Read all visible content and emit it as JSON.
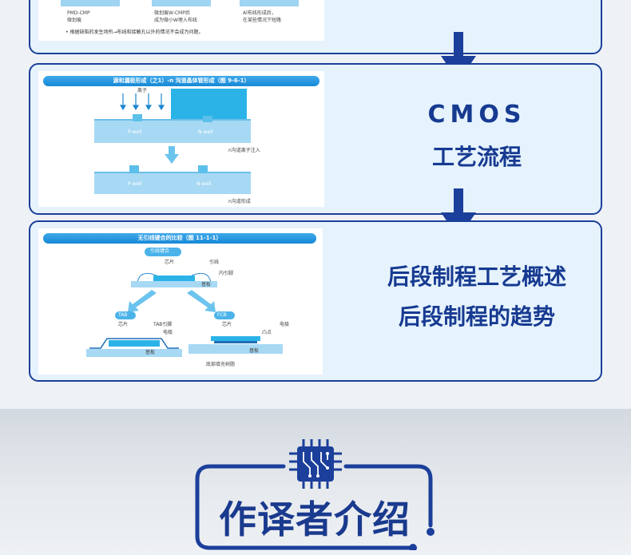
{
  "card1": {
    "labels": [
      "PMD-CMP",
      "微划痕",
      "微划痕W-CMP后",
      "成为微小W埋入布线",
      "Al布线形成后，",
      "在某些情况下短路"
    ],
    "footnote": "• 根据缺陷的发生场所→布线和接触孔以外的情况不会成为问题。"
  },
  "card2": {
    "figure_title": "源和漏极形成（之1）-n 沟道晶体管形成（图 9-6-1）",
    "ion_label": "离子",
    "pwell": "P-well",
    "nwell": "N-well",
    "step1_caption": "n沟道离子注入",
    "step2_caption": "n沟道形成",
    "lines": [
      "CMOS",
      "工艺流程"
    ]
  },
  "card3": {
    "figure_title": "无引线键合的比较（图 11-1-1）",
    "top_label": "引线键合",
    "chip": "芯片",
    "wire": "引线",
    "inner_lead": "内引脚",
    "substrate": "基板",
    "tab_label": "TAB",
    "tab_lead": "TAB引脚",
    "electrode": "电极",
    "fcb_label": "FCB",
    "bump": "凸点",
    "underfill": "底部填充树脂",
    "lines": [
      "后段制程工艺概述",
      "后段制程的趋势"
    ]
  },
  "section": {
    "title": "作译者介绍",
    "icon": "circuit-chip-icon"
  },
  "colors": {
    "navy": "#1b3f9a",
    "card_bg": "#e6f3fd",
    "accent_blue": "#1688d6"
  }
}
